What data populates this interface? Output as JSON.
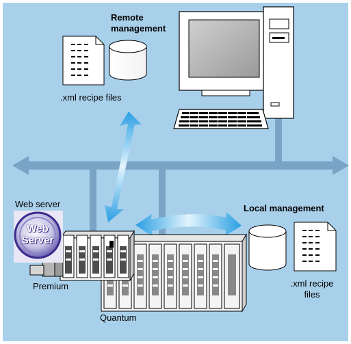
{
  "labels": {
    "remote_management_line1": "Remote",
    "remote_management_line2": "management",
    "remote_files": ".xml recipe files",
    "web_server": "Web server",
    "web_logo_line1": "Web",
    "web_logo_line2": "Server",
    "local_management": "Local management",
    "local_files_line1": ".xml recipe",
    "local_files_line2": "files",
    "premium": "Premium",
    "quantum": "Quantum"
  },
  "colors": {
    "background": "#a9d0ea",
    "network_bus": "#7aa4c6",
    "arrow_gradient_start": "#2a9fe3",
    "arrow_gradient_end": "#e3f4fd",
    "logo_ring": "#3b2b8c"
  },
  "icons": [
    "document-icon",
    "database-icon",
    "desktop-computer-icon",
    "web-server-logo-icon",
    "premium-plc-icon",
    "quantum-plc-icon"
  ]
}
